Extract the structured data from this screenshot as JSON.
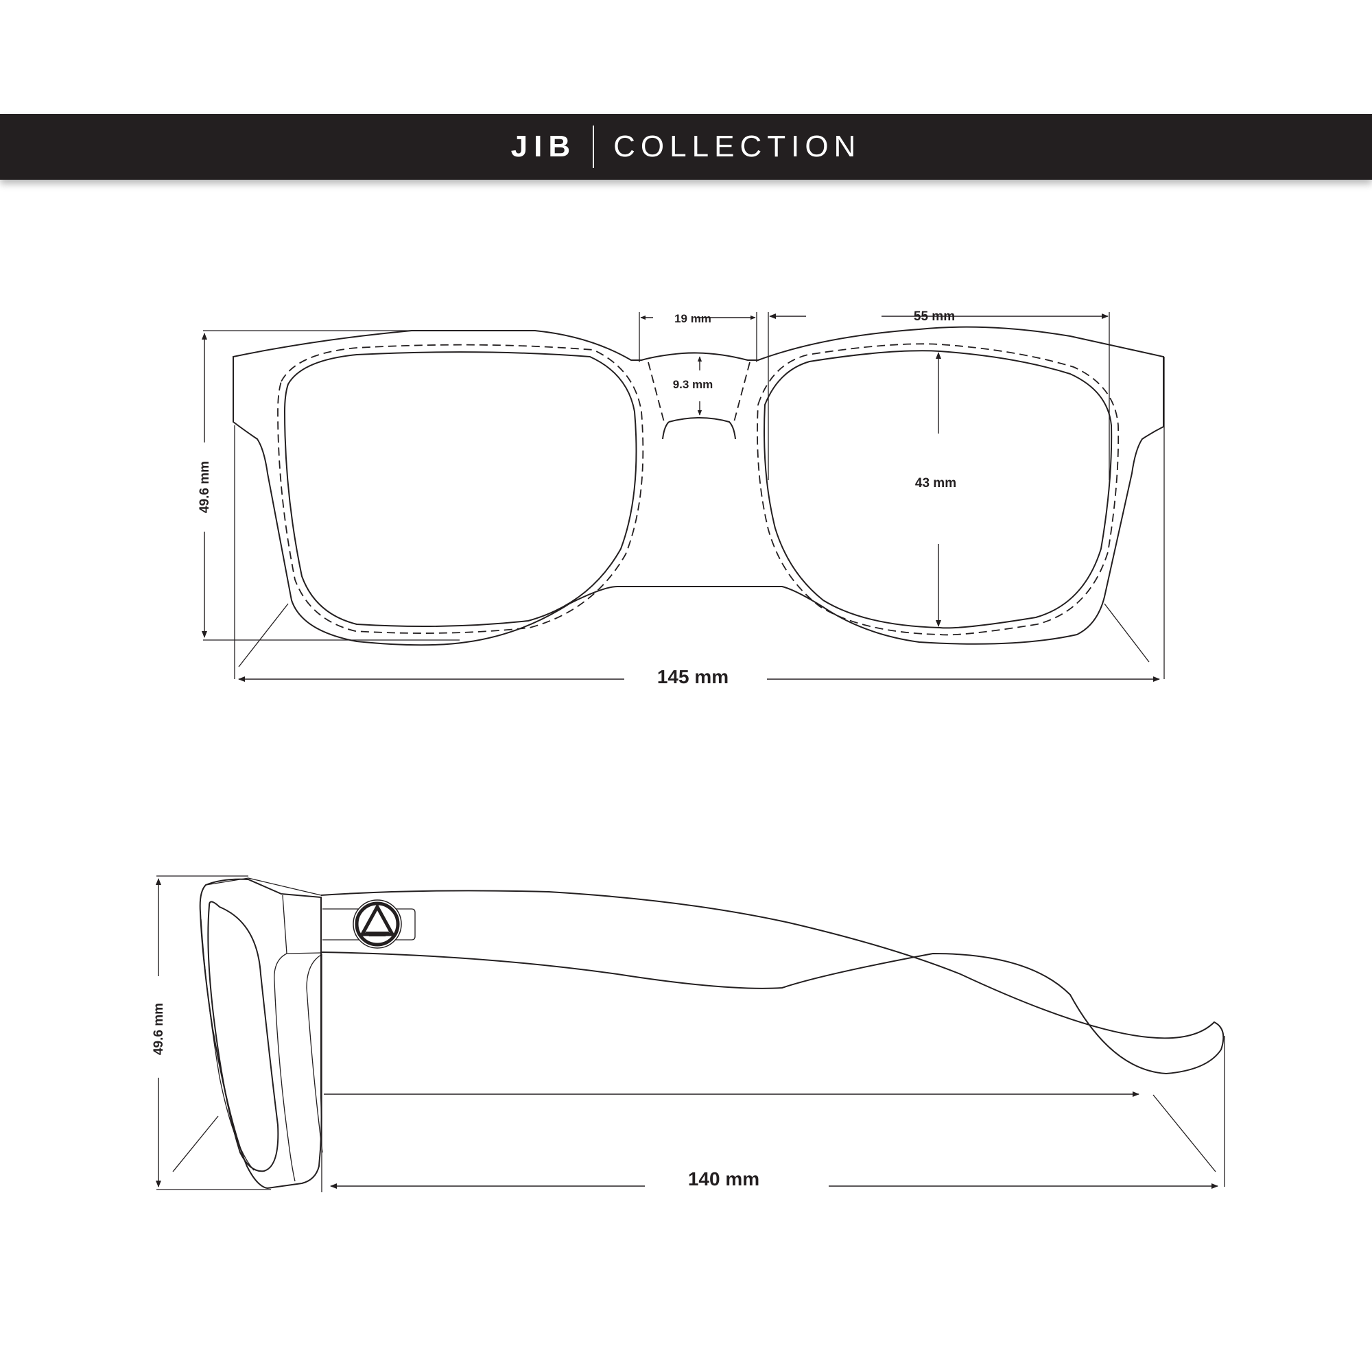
{
  "header": {
    "model": "JIB",
    "collection": "COLLECTION",
    "background_color": "#231f20",
    "text_color": "#ffffff"
  },
  "front_view": {
    "dimensions": {
      "bridge_width": "19 mm",
      "bridge_height": "9.3 mm",
      "lens_width": "55 mm",
      "lens_height": "43 mm",
      "frame_height": "49.6 mm",
      "frame_width": "145 mm"
    }
  },
  "side_view": {
    "dimensions": {
      "frame_height": "49.6 mm",
      "temple_length": "140 mm"
    },
    "logo_icon": "triangle-in-circle-logo"
  },
  "line_color": "#231f20"
}
